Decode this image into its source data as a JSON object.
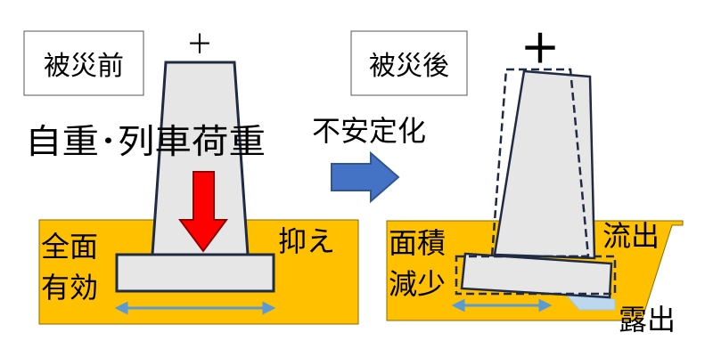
{
  "before": {
    "title": "被災前",
    "plus": "＋",
    "load": "自重･列車荷重",
    "full_1": "全面",
    "full_2": "有効",
    "resist": "抑え"
  },
  "arrow_label": "不安定化",
  "after": {
    "title": "被災後",
    "plus": "＋",
    "area_1": "面積",
    "area_2": "減少",
    "outflow": "流出",
    "exposed": "露出"
  },
  "colors": {
    "ground": "#FFC000",
    "concrete": "#E7E6E6",
    "outline": "#1F2A44",
    "load_arrow": "#FF0000",
    "transition_arrow": "#4472C4",
    "width_arrow": "#5B9BD5",
    "exposed_void": "#BDD7EE"
  }
}
